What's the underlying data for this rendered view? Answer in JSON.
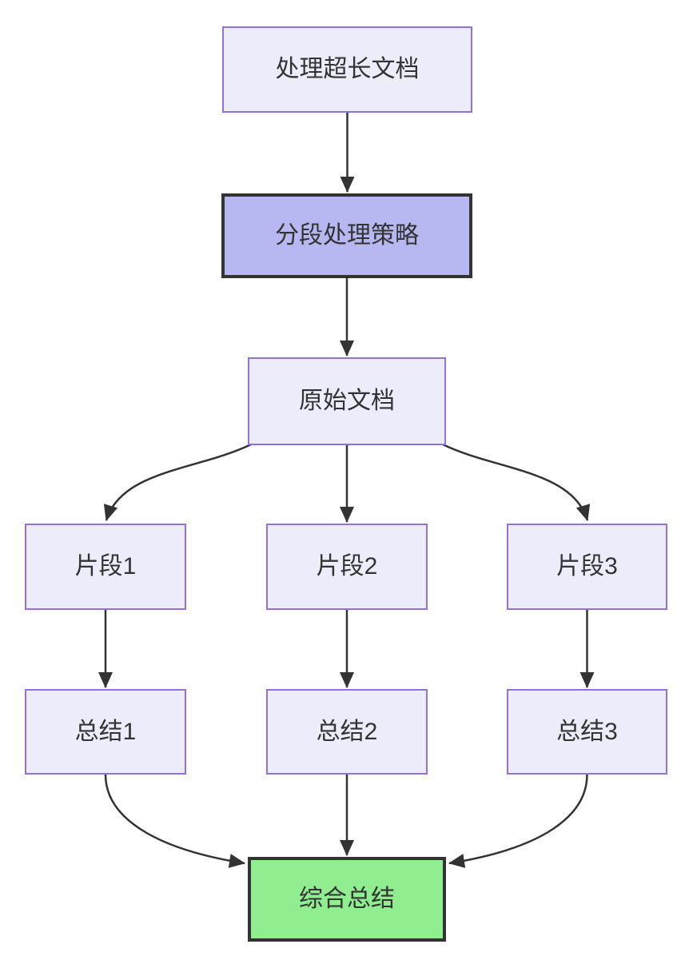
{
  "diagram": {
    "type": "flowchart",
    "direction": "top-down",
    "colors": {
      "background": "#ffffff",
      "node_fill": "#ececfb",
      "node_border": "#9370db",
      "highlight_fill": "#b7b8f2",
      "highlight_border": "#333333",
      "success_fill": "#90ee90",
      "success_border": "#333333",
      "edge_stroke": "#333333",
      "text": "#333333"
    },
    "nodes": [
      {
        "id": "doc",
        "label": "处理超长文档",
        "style": "default"
      },
      {
        "id": "strategy",
        "label": "分段处理策略",
        "style": "highlight"
      },
      {
        "id": "original",
        "label": "原始文档",
        "style": "default"
      },
      {
        "id": "frag1",
        "label": "片段1",
        "style": "default"
      },
      {
        "id": "frag2",
        "label": "片段2",
        "style": "default"
      },
      {
        "id": "frag3",
        "label": "片段3",
        "style": "default"
      },
      {
        "id": "sum1",
        "label": "总结1",
        "style": "default"
      },
      {
        "id": "sum2",
        "label": "总结2",
        "style": "default"
      },
      {
        "id": "sum3",
        "label": "总结3",
        "style": "default"
      },
      {
        "id": "final",
        "label": "综合总结",
        "style": "success"
      }
    ],
    "edges": [
      {
        "from": "doc",
        "to": "strategy"
      },
      {
        "from": "strategy",
        "to": "original"
      },
      {
        "from": "original",
        "to": "frag1"
      },
      {
        "from": "original",
        "to": "frag2"
      },
      {
        "from": "original",
        "to": "frag3"
      },
      {
        "from": "frag1",
        "to": "sum1"
      },
      {
        "from": "frag2",
        "to": "sum2"
      },
      {
        "from": "frag3",
        "to": "sum3"
      },
      {
        "from": "sum1",
        "to": "final"
      },
      {
        "from": "sum2",
        "to": "final"
      },
      {
        "from": "sum3",
        "to": "final"
      }
    ]
  }
}
